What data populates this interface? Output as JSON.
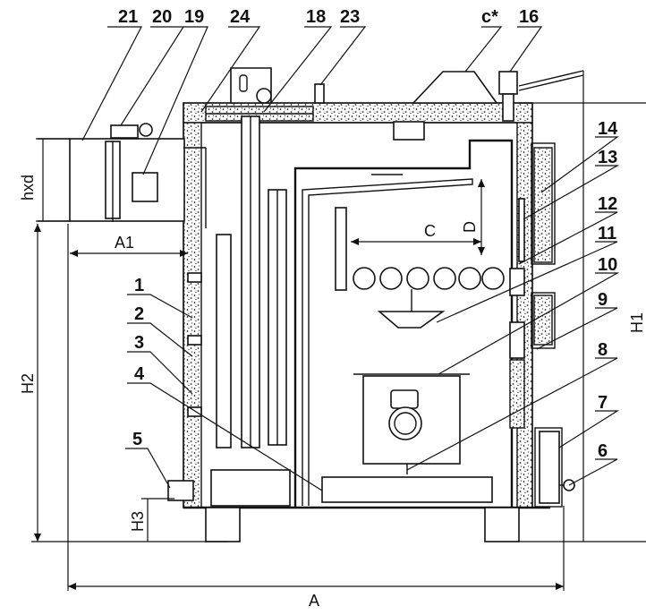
{
  "part_labels": {
    "p21": "21",
    "p20": "20",
    "p19": "19",
    "p24": "24",
    "p18": "18",
    "p23": "23",
    "pc": "c*",
    "p16": "16",
    "p14": "14",
    "p13": "13",
    "p12": "12",
    "p11": "11",
    "p10": "10",
    "p9": "9",
    "p8": "8",
    "p7": "7",
    "p6": "6",
    "p5": "5",
    "p4": "4",
    "p3": "3",
    "p2": "2",
    "p1": "1"
  },
  "dimension_labels": {
    "hxd": "hxd",
    "a1": "A1",
    "h2": "H2",
    "h3": "H3",
    "h1": "H1",
    "a": "A",
    "c": "C",
    "d": "D"
  }
}
